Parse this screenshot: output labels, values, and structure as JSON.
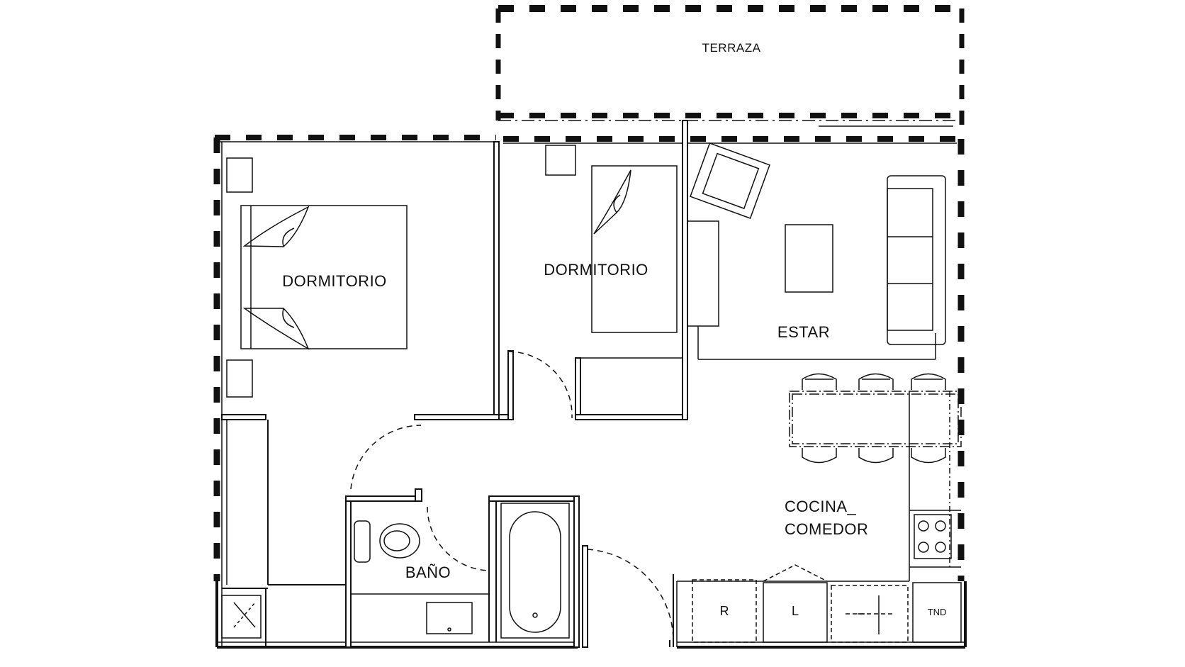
{
  "plan": {
    "rooms": {
      "terraza": "TERRAZA",
      "dormitorio_1": "DORMITORIO",
      "dormitorio_2": "DORMITORIO",
      "estar": "ESTAR",
      "cocina_line1": "COCINA_",
      "cocina_line2": "COMEDOR",
      "bano": "BAÑO"
    },
    "appliances": {
      "refrigerator": "R",
      "washer": "L",
      "water_heater": "TND"
    },
    "colors": {
      "line": "#111111",
      "background": "#ffffff"
    }
  }
}
